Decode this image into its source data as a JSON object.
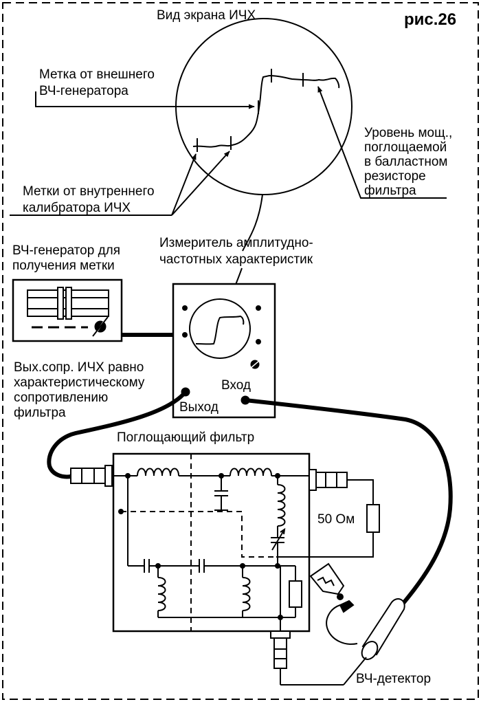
{
  "figure_label": "рис.26",
  "screen_title": "Вид экрана ИЧХ",
  "labels": {
    "external_marker": [
      "Метка от внешнего",
      "ВЧ-генератора"
    ],
    "internal_markers": [
      "Метки от внутреннего",
      "калибратора ИЧХ"
    ],
    "power_level": [
      "Уровень мощ.,",
      "поглощаемой",
      "в балластном",
      "резисторе",
      "фильтра"
    ],
    "meter": [
      "Измеритель амплитудно-",
      "частотных характеристик"
    ],
    "generator": [
      "ВЧ-генератор для",
      "получения метки"
    ],
    "output_impedance": [
      "Вых.сопр. ИЧХ равно",
      "характеристическому",
      "сопротивлению",
      "фильтра"
    ],
    "input": "Вход",
    "output": "Выход",
    "filter": "Поглощающий фильтр",
    "resistor": "50 Ом",
    "detector": "ВЧ-детектор"
  }
}
